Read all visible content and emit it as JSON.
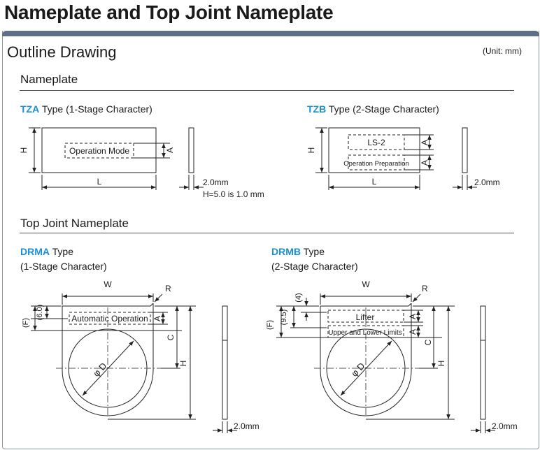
{
  "page_title": "Nameplate and Top Joint Nameplate",
  "section_title": "Outline Drawing",
  "unit_note": "(Unit: mm)",
  "nameplate": {
    "heading": "Nameplate",
    "tza": {
      "code": "TZA",
      "label": " Type (1-Stage Character)",
      "plate_text": "Operation Mode",
      "dim_h": "H",
      "dim_l": "L",
      "dim_a": "A",
      "thickness": "2.0mm",
      "note": "H=5.0 is 1.0 mm"
    },
    "tzb": {
      "code": "TZB",
      "label": " Type (2-Stage Character)",
      "plate_text_1": "LS-2",
      "plate_text_2": "Operation Preparation",
      "dim_h": "H",
      "dim_l": "L",
      "dim_a": "A",
      "thickness": "2.0mm"
    }
  },
  "top_joint": {
    "heading": "Top Joint Nameplate",
    "drma": {
      "code": "DRMA",
      "label_1": " Type",
      "label_2": "(1-Stage Character)",
      "plate_text": "Automatic Operation",
      "dim_w": "W",
      "dim_r": "R",
      "dim_f": "(F)",
      "dim_6": "(6.0)",
      "dim_a": "A",
      "dim_c": "C",
      "dim_h": "H",
      "dim_d": "φ D",
      "thickness": "2.0mm"
    },
    "drmb": {
      "code": "DRMB",
      "label_1": " Type",
      "label_2": "(2-Stage Character)",
      "plate_text_1": "Lifter",
      "plate_text_2": "Upper and Lower Limits",
      "dim_w": "W",
      "dim_r": "R",
      "dim_f": "(F)",
      "dim_4": "(4)",
      "dim_95": "(9.5)",
      "dim_a": "A",
      "dim_c": "C",
      "dim_h": "H",
      "dim_d": "φ D",
      "thickness": "2.0mm"
    }
  }
}
